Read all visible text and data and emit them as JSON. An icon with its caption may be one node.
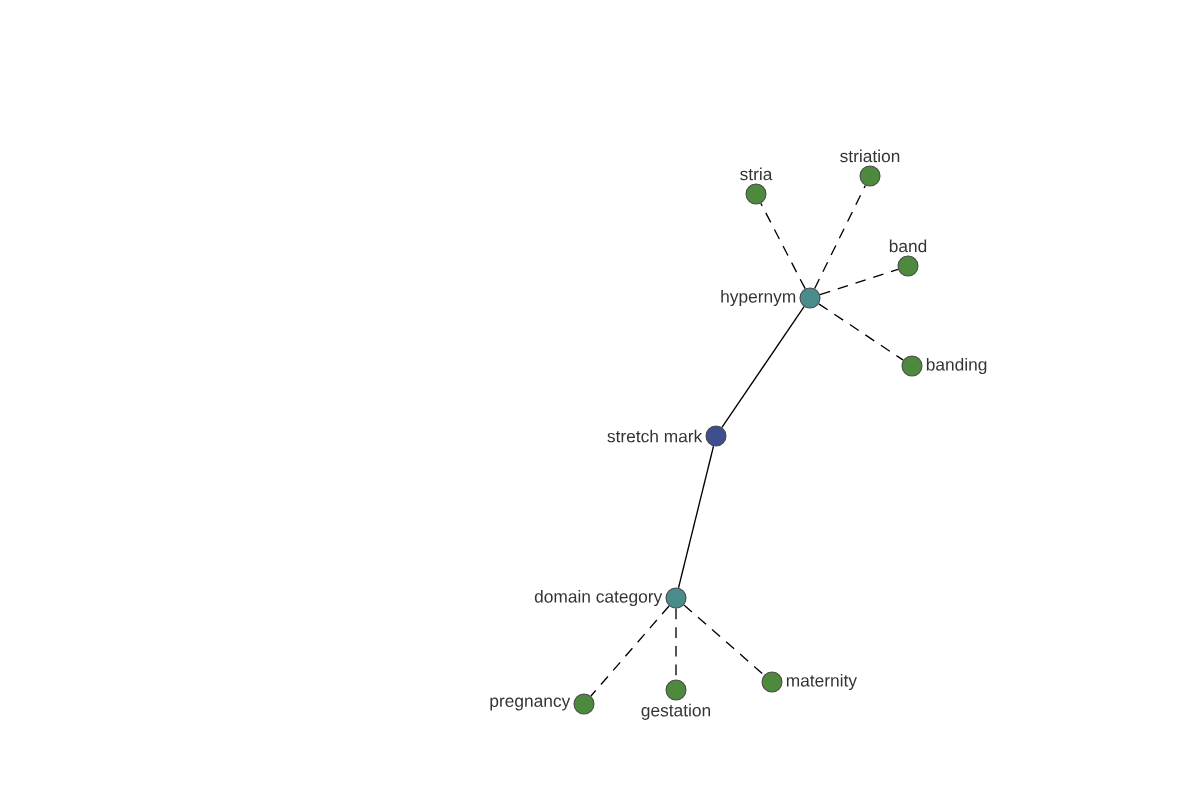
{
  "diagram": {
    "nodes": [
      {
        "text": [
          "stretch mark"
        ]
      },
      {
        "text": [
          "hypernym"
        ]
      },
      {
        "text": [
          "domain category"
        ]
      },
      {
        "text": [
          "stria"
        ]
      },
      {
        "text": [
          "striation"
        ]
      },
      {
        "text": [
          "band"
        ]
      },
      {
        "text": [
          "banding"
        ]
      },
      {
        "text": [
          "pregnancy"
        ]
      },
      {
        "text": [
          "gestation"
        ]
      },
      {
        "text": [
          "maternity"
        ]
      }
    ],
    "edges": [
      {
        "from": 0,
        "to": 1,
        "arrow": "none"
      },
      {
        "from": 0,
        "to": 2,
        "arrow": "none"
      },
      {
        "from": 1,
        "to": 3,
        "arrow": "none",
        "style": "dashed"
      },
      {
        "from": 1,
        "to": 4,
        "arrow": "none",
        "style": "dashed"
      },
      {
        "from": 1,
        "to": 5,
        "arrow": "none",
        "style": "dashed"
      },
      {
        "from": 1,
        "to": 6,
        "arrow": "none",
        "style": "dashed"
      },
      {
        "from": 2,
        "to": 7,
        "arrow": "none",
        "style": "dashed"
      },
      {
        "from": 2,
        "to": 8,
        "arrow": "none",
        "style": "dashed"
      },
      {
        "from": 2,
        "to": 9,
        "arrow": "none",
        "style": "dashed"
      }
    ]
  }
}
